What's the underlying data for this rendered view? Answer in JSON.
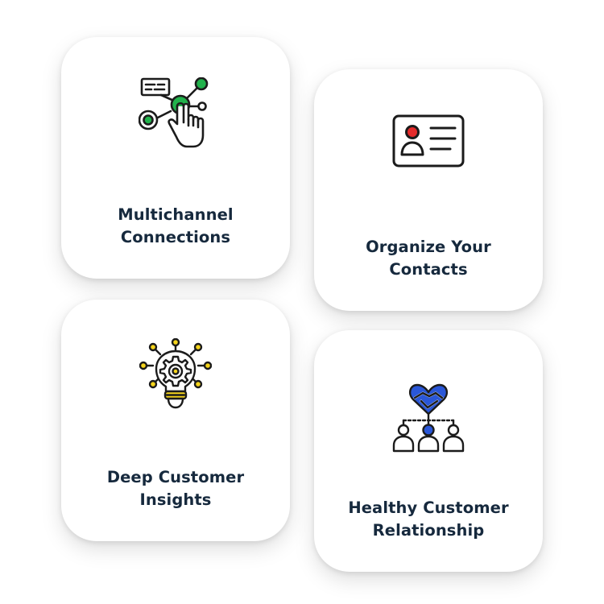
{
  "colors": {
    "title": "#16293d",
    "outline": "#1b1b1b",
    "green": "#22b24c",
    "red": "#e52b2b",
    "yellow": "#f5d41c",
    "blue": "#2a57d8",
    "card_bg": "#ffffff"
  },
  "cards": [
    {
      "icon": "multichannel-touch-icon",
      "line1": "Multichannel",
      "line2": "Connections"
    },
    {
      "icon": "contact-card-icon",
      "line1": "Organize Your",
      "line2": "Contacts"
    },
    {
      "icon": "lightbulb-gear-icon",
      "line1": "Deep Customer",
      "line2": "Insights"
    },
    {
      "icon": "handshake-heart-network-icon",
      "line1": "Healthy Customer",
      "line2": "Relationship"
    }
  ]
}
